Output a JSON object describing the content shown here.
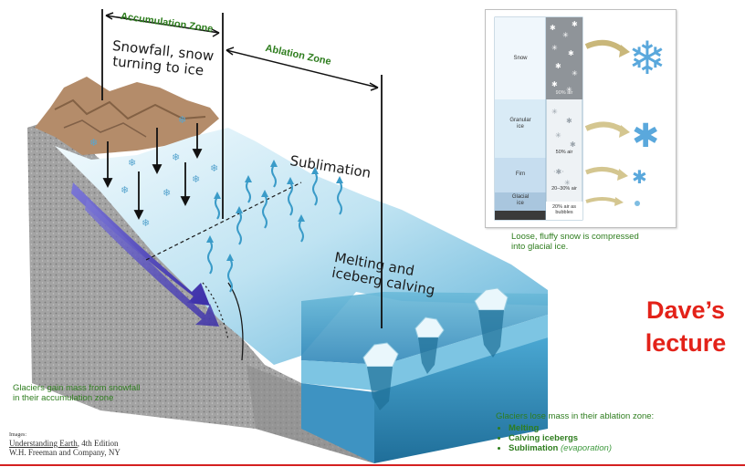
{
  "diagram": {
    "accumulation_zone": "Accumulation Zone",
    "ablation_zone": "Ablation Zone",
    "snowfall_line1": "Snowfall, snow",
    "snowfall_line2": "turning to ice",
    "sublimation": "Sublimation",
    "melting_line1": "Melting and",
    "melting_line2": "iceberg calving",
    "gain_line1": "Glaciers gain mass from snowfall",
    "gain_line2": "in their accumulation zone",
    "lose_heading": "Glaciers lose mass in their ablation zone:",
    "lose_items": [
      "Melting",
      "Calving icebergs",
      "Sublimation"
    ],
    "lose_item3_paren": "(evaporation)"
  },
  "inset": {
    "snow": "Snow",
    "granular_ice": [
      "Granular",
      "ice"
    ],
    "firn": "Firn",
    "glacial_ice": [
      "Glacial",
      "ice"
    ],
    "pct1": "90% air",
    "pct2": "50% air",
    "pct3": "20–30% air",
    "pct4": [
      "20% air as",
      "bubbles"
    ],
    "caption_line1": "Loose, fluffy snow is compressed",
    "caption_line2": "into glacial ice."
  },
  "credit": {
    "small": "Images:",
    "book": "Understanding Earth",
    "edition": ", 4th Edition",
    "publisher": "W.H. Freeman and Company, NY"
  },
  "overlay": {
    "line1": "Dave’s",
    "line2": "lecture"
  },
  "colors": {
    "zone_green": "#2e7d1e",
    "dave_red": "#e32219",
    "ice_blue": "#8fcbe6",
    "water_blue": "#2f8fc0",
    "rock_gray": "#8a8a8a"
  }
}
